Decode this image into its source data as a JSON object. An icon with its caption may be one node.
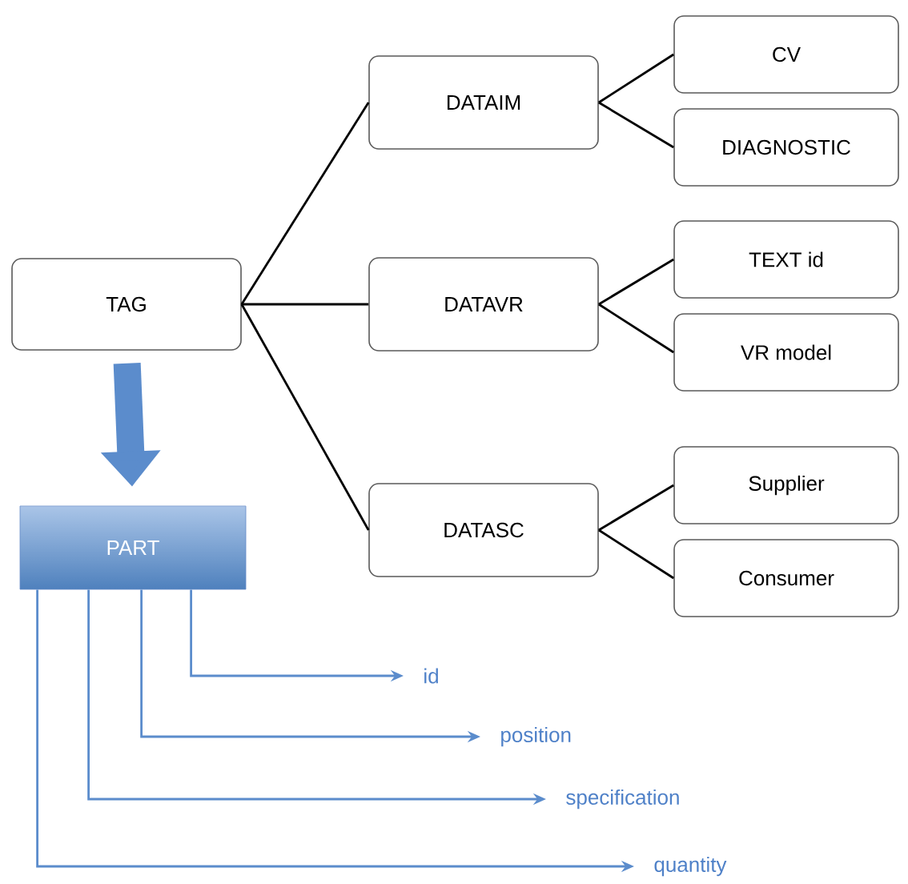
{
  "diagram": {
    "nodes": [
      {
        "text": [
          "TAG"
        ]
      },
      {
        "text": [
          "DATAIM"
        ]
      },
      {
        "text": [
          "CV"
        ]
      },
      {
        "text": [
          "DIAGNOSTIC"
        ]
      },
      {
        "text": [
          "DATAVR"
        ]
      },
      {
        "text": [
          "TEXT id"
        ]
      },
      {
        "text": [
          "VR model"
        ]
      },
      {
        "text": [
          "DATASC"
        ]
      },
      {
        "text": [
          "Supplier"
        ]
      },
      {
        "text": [
          "Consumer"
        ]
      },
      {
        "text": [
          "PART"
        ]
      },
      {
        "text": [
          "id"
        ]
      },
      {
        "text": [
          "position"
        ]
      },
      {
        "text": [
          "specification"
        ]
      },
      {
        "text": [
          "quantity"
        ]
      }
    ],
    "edges": [
      {
        "from": 0,
        "to": 1,
        "arrow": "none"
      },
      {
        "from": 0,
        "to": 4,
        "arrow": "none"
      },
      {
        "from": 0,
        "to": 7,
        "arrow": "none"
      },
      {
        "from": 1,
        "to": 2,
        "arrow": "none"
      },
      {
        "from": 1,
        "to": 3,
        "arrow": "none"
      },
      {
        "from": 4,
        "to": 5,
        "arrow": "none"
      },
      {
        "from": 4,
        "to": 6,
        "arrow": "none"
      },
      {
        "from": 7,
        "to": 8,
        "arrow": "none"
      },
      {
        "from": 7,
        "to": 9,
        "arrow": "none"
      },
      {
        "from": 0,
        "to": 10,
        "arrow": "to",
        "style": "thick",
        "color": "#5b8ccc"
      },
      {
        "from": 10,
        "to": 11,
        "arrow": "to",
        "color": "#5b8ccc"
      },
      {
        "from": 10,
        "to": 12,
        "arrow": "to",
        "color": "#5b8ccc"
      },
      {
        "from": 10,
        "to": 13,
        "arrow": "to",
        "color": "#5b8ccc"
      },
      {
        "from": 10,
        "to": 14,
        "arrow": "to",
        "color": "#5b8ccc"
      }
    ]
  }
}
